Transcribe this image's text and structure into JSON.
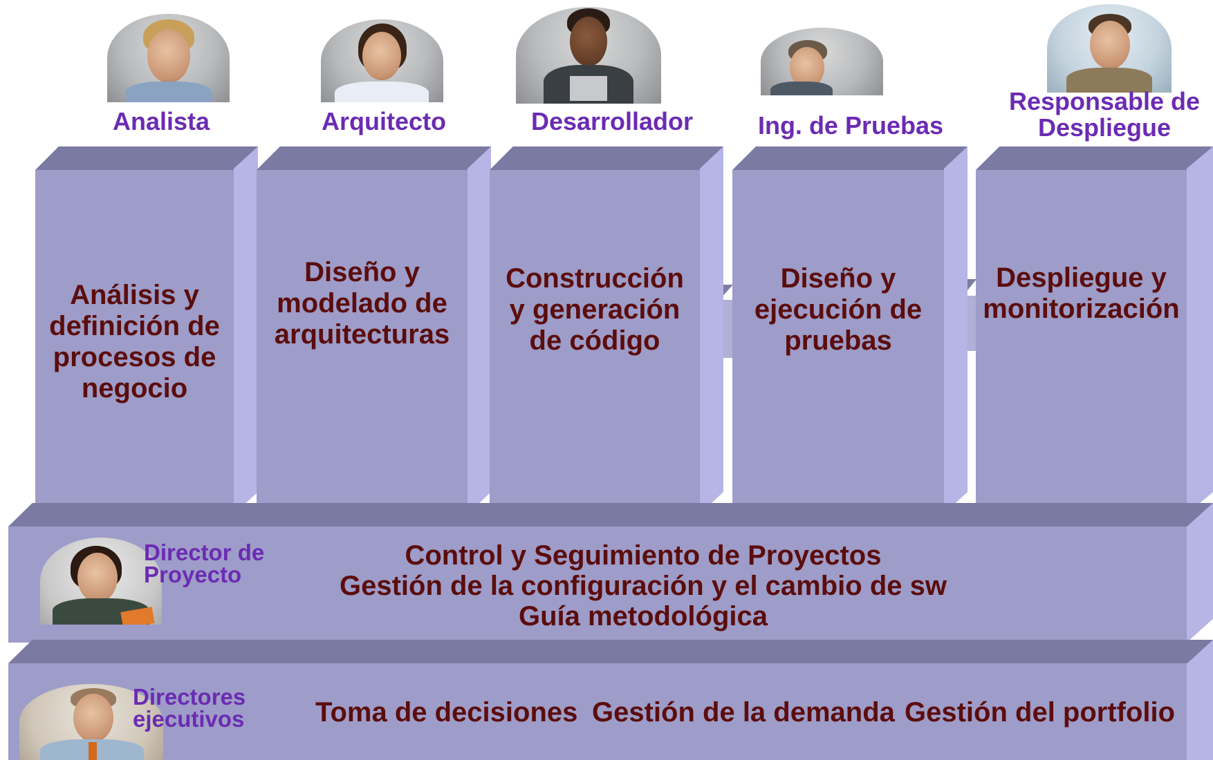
{
  "roles": [
    {
      "label": "Analista"
    },
    {
      "label": "Arquitecto"
    },
    {
      "label": "Desarrollador"
    },
    {
      "label": "Ing. de Pruebas"
    },
    {
      "label": "Responsable de\nDespliegue"
    }
  ],
  "pillars": [
    {
      "text": "Análisis y\ndefinición de\nprocesos de\nnegocio"
    },
    {
      "text": "Diseño y\nmodelado de\narquitecturas"
    },
    {
      "text": "Construcción\ny generación\nde código"
    },
    {
      "text": "Diseño y\nejecución de\npruebas"
    },
    {
      "text": "Despliegue y\nmonitorización"
    }
  ],
  "project_band": {
    "role": "Director de\nProyecto",
    "lines": [
      "Control y Seguimiento de Proyectos",
      "Gestión de la configuración y el cambio de sw",
      "Guía metodológica"
    ]
  },
  "executive_band": {
    "role": "Directores\nejecutivos",
    "items": [
      "Toma de decisiones",
      "Gestión de la demanda",
      "Gestión del portfolio"
    ]
  },
  "colors": {
    "role_text": "#6b2bb3",
    "body_text": "#5b0d0d",
    "block_front": "#9e9cc8",
    "block_top": "#7a7aa3",
    "block_side": "#b6b5e6"
  }
}
